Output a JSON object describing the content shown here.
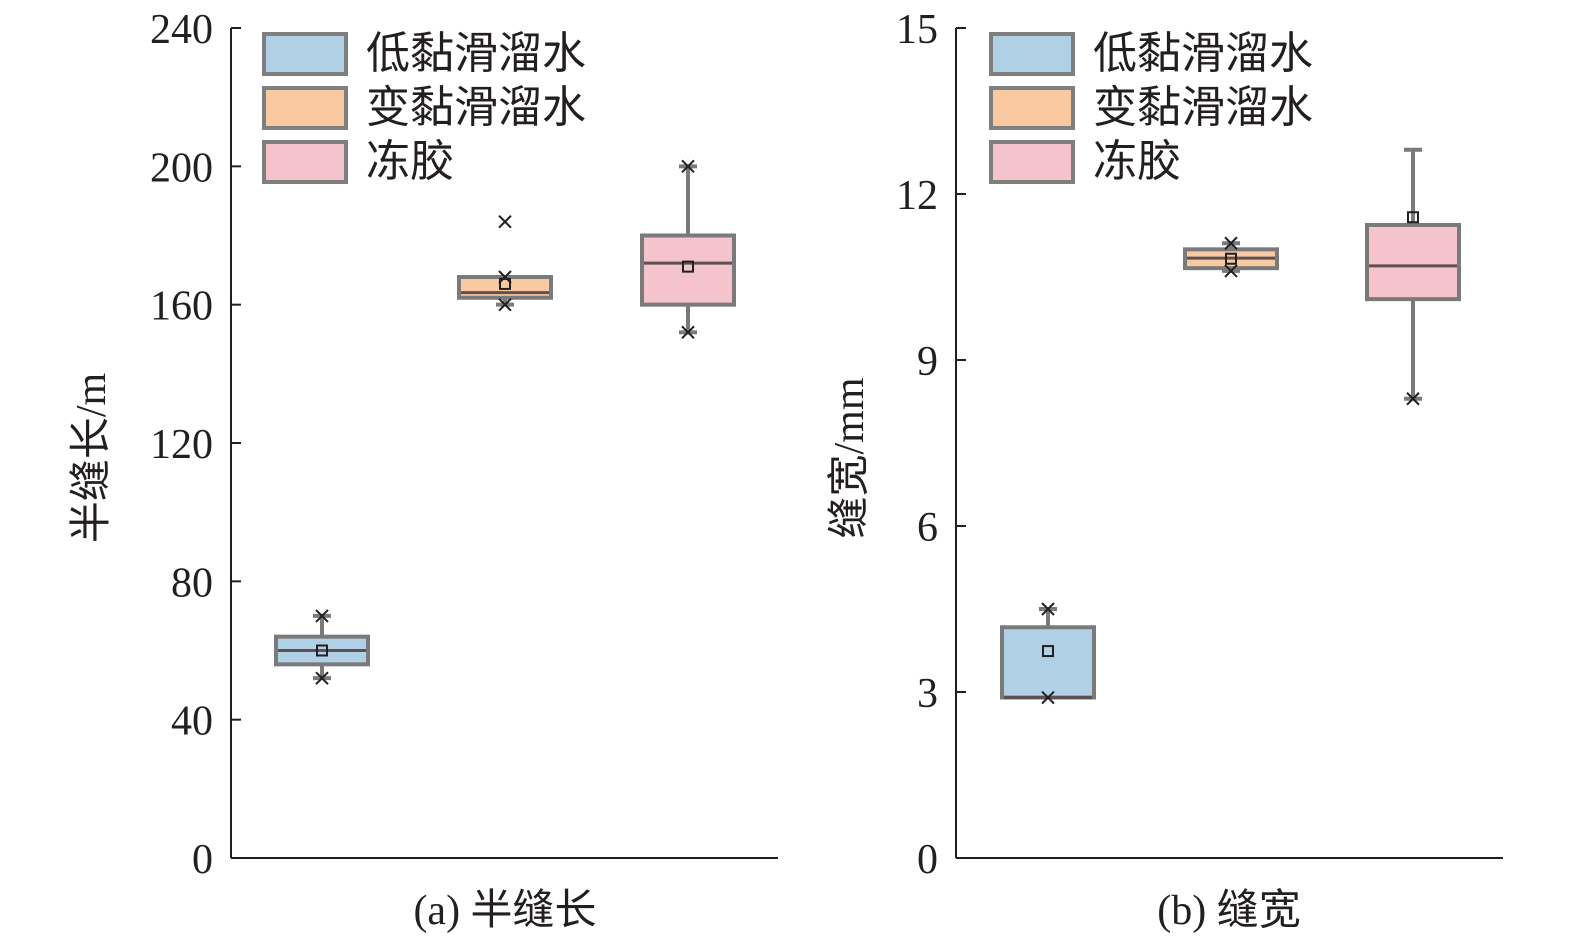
{
  "chart_data": [
    {
      "type": "box",
      "title": "(a) 半缝长",
      "ylabel": "半缝长/m",
      "ylim": [
        0,
        240
      ],
      "yticks": [
        "0",
        "40",
        "80",
        "120",
        "160",
        "200",
        "240"
      ],
      "legend": {
        "position": "top-left",
        "entries": [
          "低黏滑溜水",
          "变黏滑溜水",
          "冻胶"
        ]
      },
      "series": [
        {
          "name": "低黏滑溜水",
          "color": "#b0d0e6",
          "q1": 56,
          "median": 60,
          "q3": 64,
          "mean": 60,
          "min": 52,
          "max": 70,
          "outliers": []
        },
        {
          "name": "变黏滑溜水",
          "color": "#f9c9a1",
          "q1": 162,
          "median": 163.5,
          "q3": 168,
          "mean": 166,
          "min": 160,
          "max": 168,
          "outliers": [
            184
          ]
        },
        {
          "name": "冻胶",
          "color": "#f5c3cb",
          "q1": 160,
          "median": 172,
          "q3": 180,
          "mean": 171,
          "min": 152,
          "max": 200,
          "outliers": []
        }
      ]
    },
    {
      "type": "box",
      "title": "(b) 缝宽",
      "ylabel": "缝宽/mm",
      "ylim": [
        0,
        15
      ],
      "yticks": [
        "0",
        "3",
        "6",
        "9",
        "12",
        "15"
      ],
      "legend": {
        "position": "top-left",
        "entries": [
          "低黏滑溜水",
          "变黏滑溜水",
          "冻胶"
        ]
      },
      "series": [
        {
          "name": "低黏滑溜水",
          "color": "#b0d0e6",
          "q1": 2.9,
          "median": 2.9,
          "q3": 4.17,
          "mean": 3.74,
          "min": 2.9,
          "max": 4.5,
          "outliers": []
        },
        {
          "name": "变黏滑溜水",
          "color": "#f9c9a1",
          "q1": 10.66,
          "median": 10.84,
          "q3": 11.0,
          "mean": 10.83,
          "min": 10.61,
          "max": 11.11,
          "outliers": []
        },
        {
          "name": "冻胶",
          "color": "#f5c3cb",
          "q1": 10.1,
          "median": 10.7,
          "q3": 11.44,
          "mean": 11.58,
          "min": 8.3,
          "max": 12.8,
          "outliers": []
        }
      ]
    }
  ]
}
